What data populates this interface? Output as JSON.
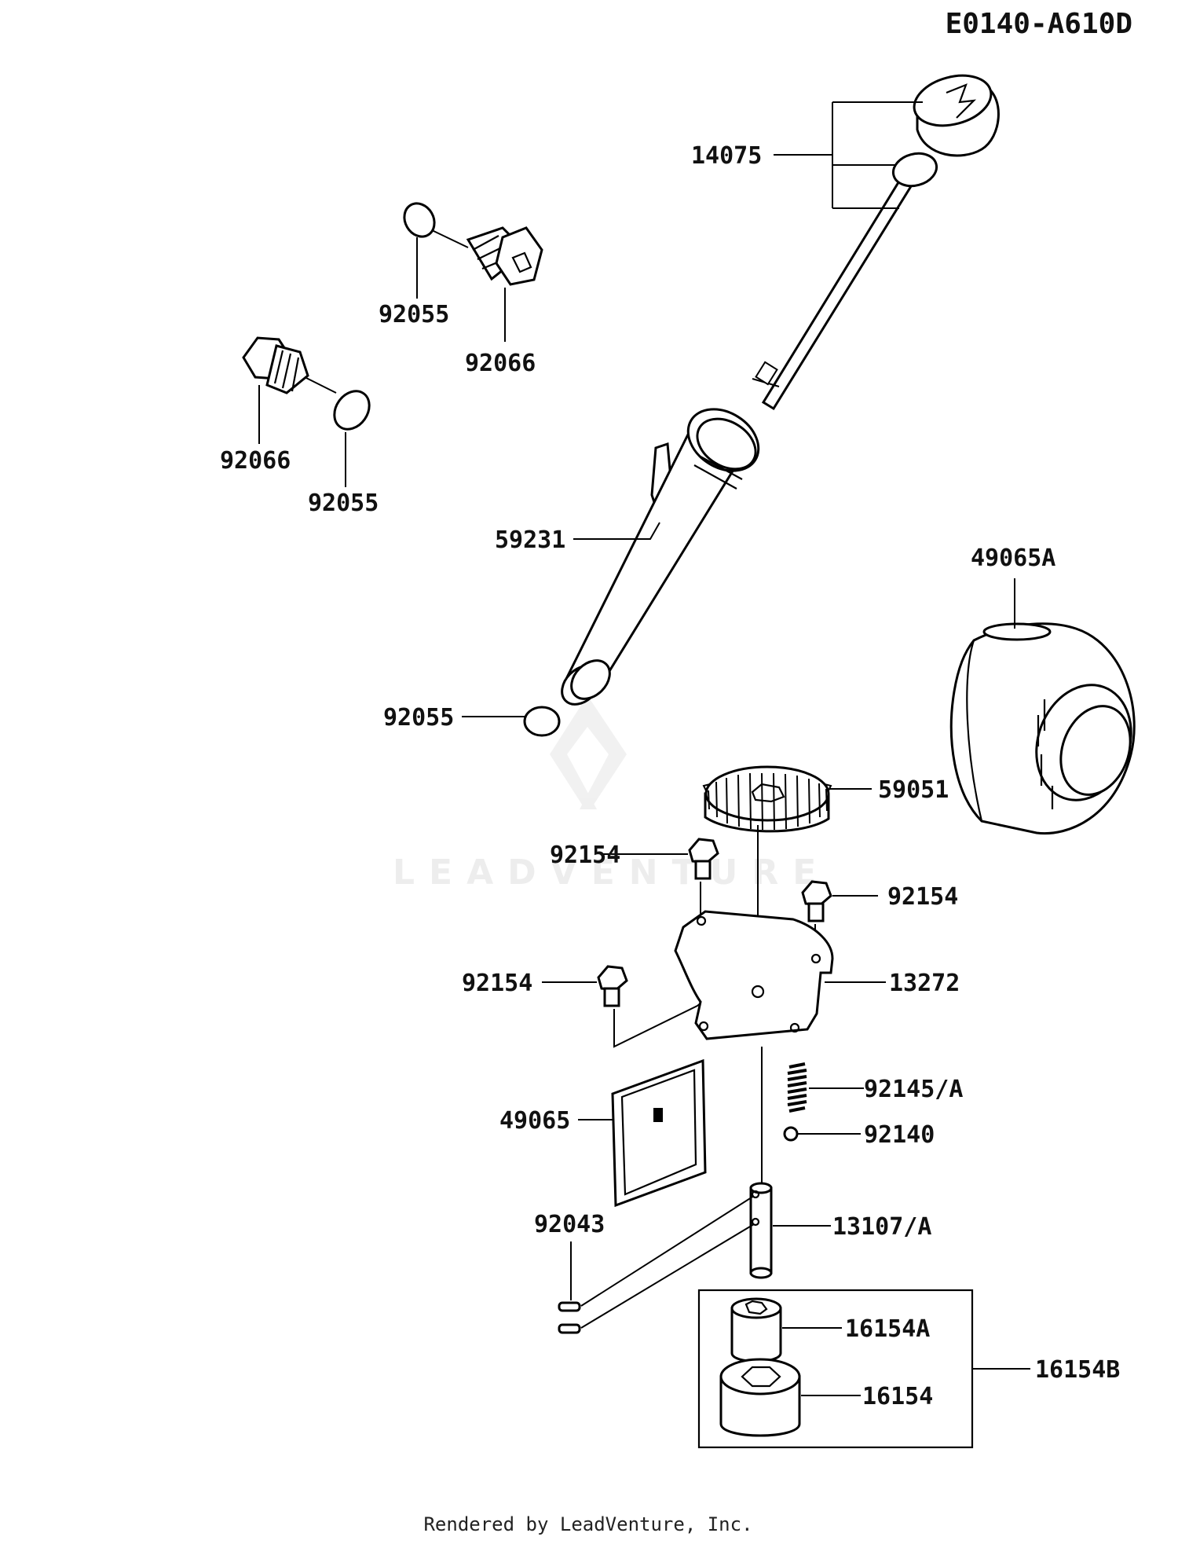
{
  "diagram_code": "E0140-A610D",
  "watermark": "LEADVENTURE",
  "footer": "Rendered by LeadVenture, Inc.",
  "labels": {
    "dipstick": "14075",
    "oring_upper_a": "92055",
    "plug_upper": "92066",
    "plug_left": "92066",
    "oring_left": "92055",
    "filler_tube": "59231",
    "oring_tube": "92055",
    "oil_filter": "49065A",
    "gear": "59051",
    "bolt_a": "92154",
    "bolt_b": "92154",
    "bolt_c": "92154",
    "pump_cover": "13272",
    "spring": "92145/A",
    "ball": "92140",
    "screen": "49065",
    "pins": "92043",
    "shaft": "13107/A",
    "rotor_inner": "16154A",
    "rotor_outer": "16154",
    "rotor_set": "16154B"
  }
}
